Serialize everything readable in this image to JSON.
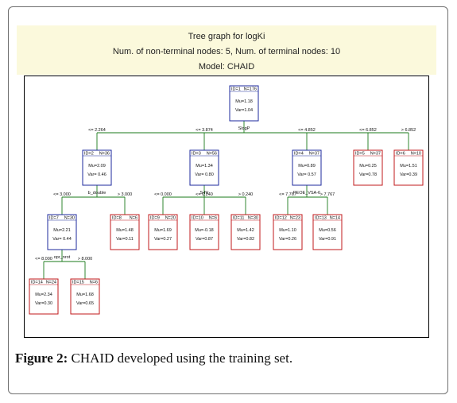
{
  "header": {
    "title": "Tree graph for logKi",
    "nodes_line": "Num. of non-terminal nodes: 5,  Num. of terminal nodes: 10",
    "model_line": "Model: CHAID"
  },
  "caption": {
    "label": "Figure 2:",
    "text": " CHAID developed using the training set."
  },
  "colors": {
    "nonterminal": "#1c2a9e",
    "terminal": "#c0181b",
    "edge": "#1a7a1a"
  },
  "tree": {
    "nodes": [
      {
        "id": "ID=1",
        "n": "N=176",
        "mu": "Mu=1.18",
        "var": "Var=1.04",
        "terminal": false,
        "split": "SlogP"
      },
      {
        "id": "ID=2",
        "n": "N=36",
        "mu": "Mu=2.09",
        "var": "Var= 0.46",
        "terminal": false,
        "split": "b_double"
      },
      {
        "id": "ID=3",
        "n": "N=56",
        "mu": "Mu=1.34",
        "var": "Var= 0.80",
        "terminal": false,
        "split": "S-fU"
      },
      {
        "id": "ID=4",
        "n": "N=37",
        "mu": "Mu=0.89",
        "var": "Var= 0.57",
        "terminal": false,
        "split": "PEOE_VSA-6"
      },
      {
        "id": "ID=5",
        "n": "N=37",
        "mu": "Mu=0.25",
        "var": "Var=0.78",
        "terminal": true,
        "split": ""
      },
      {
        "id": "ID=6",
        "n": "N=10",
        "mu": "Mu=1.51",
        "var": "Var=0.39",
        "terminal": true,
        "split": ""
      },
      {
        "id": "ID=7",
        "n": "N=30",
        "mu": "Mu=2.21",
        "var": "Var= 0.44",
        "terminal": false,
        "split": "opr_nrot"
      },
      {
        "id": "ID=8",
        "n": "N=6",
        "mu": "Mu=1.48",
        "var": "Var=0.11",
        "terminal": true,
        "split": ""
      },
      {
        "id": "ID=9",
        "n": "N=20",
        "mu": "Mu=1.69",
        "var": "Var=0.27",
        "terminal": true,
        "split": ""
      },
      {
        "id": "ID=10",
        "n": "N=6",
        "mu": "Mu=-0.18",
        "var": "Var=0.87",
        "terminal": true,
        "split": ""
      },
      {
        "id": "ID=11",
        "n": "N=30",
        "mu": "Mu=1.42",
        "var": "Var=0.82",
        "terminal": true,
        "split": ""
      },
      {
        "id": "ID=12",
        "n": "N=23",
        "mu": "Mu=1.10",
        "var": "Var=0.26",
        "terminal": true,
        "split": ""
      },
      {
        "id": "ID=13",
        "n": "N=14",
        "mu": "Mu=0.56",
        "var": "Var=0.91",
        "terminal": true,
        "split": ""
      },
      {
        "id": "ID=14",
        "n": "N=24",
        "mu": "Mu=2.34",
        "var": "Var=0.30",
        "terminal": true,
        "split": ""
      },
      {
        "id": "ID=15",
        "n": "N=6",
        "mu": "Mu=1.68",
        "var": "Var=0.65",
        "terminal": true,
        "split": ""
      }
    ],
    "edges": [
      {
        "from": 0,
        "to": 1,
        "label": "<= 2.264"
      },
      {
        "from": 0,
        "to": 2,
        "label": "<= 3.874"
      },
      {
        "from": 0,
        "to": 3,
        "label": "<= 4.852"
      },
      {
        "from": 0,
        "to": 4,
        "label": "<= 6.852"
      },
      {
        "from": 0,
        "to": 5,
        "label": "> 6.852"
      },
      {
        "from": 1,
        "to": 6,
        "label": "<= 3.000"
      },
      {
        "from": 1,
        "to": 7,
        "label": "> 3.000"
      },
      {
        "from": 2,
        "to": 8,
        "label": "<= 0.000"
      },
      {
        "from": 2,
        "to": 9,
        "label": "<= 0.240"
      },
      {
        "from": 2,
        "to": 10,
        "label": "> 0.240"
      },
      {
        "from": 3,
        "to": 11,
        "label": "<= 7.767"
      },
      {
        "from": 3,
        "to": 12,
        "label": "> 7.767"
      },
      {
        "from": 6,
        "to": 13,
        "label": "<= 8.000"
      },
      {
        "from": 6,
        "to": 14,
        "label": "> 8.000"
      }
    ]
  }
}
